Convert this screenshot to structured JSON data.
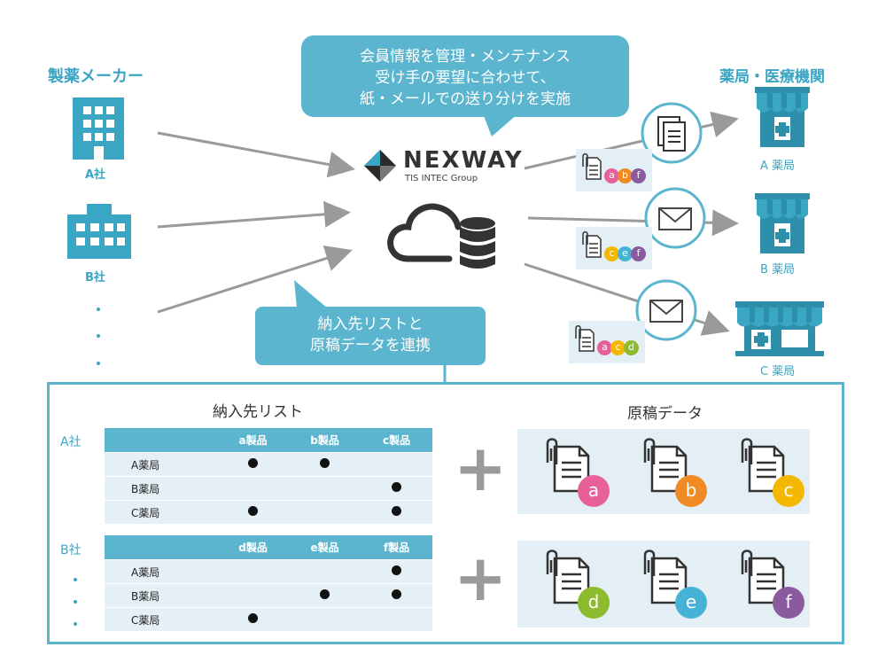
{
  "bubble_top": {
    "lines": [
      "会員情報を管理・メンテナンス",
      "受け手の要望に合わせて、",
      "紙・メールでの送り分けを実施"
    ]
  },
  "bubble_bottom": {
    "lines": [
      "納入先リストと",
      "原稿データを連携"
    ]
  },
  "makers": {
    "title": "製薬メーカー",
    "a": "A社",
    "b": "B社"
  },
  "pharmacies": {
    "title": "薬局・医療機関",
    "a": "A 薬局",
    "b": "B 薬局",
    "c": "C 薬局"
  },
  "logo": {
    "name": "NEXWAY",
    "sub": "TIS INTEC Group"
  },
  "delivery": [
    {
      "docs": [
        "a",
        "b",
        "f"
      ]
    },
    {
      "docs": [
        "c",
        "e",
        "f"
      ]
    },
    {
      "docs": [
        "a",
        "c",
        "d"
      ]
    }
  ],
  "panel": {
    "list_title": "納入先リスト",
    "data_title": "原稿データ",
    "plus": "+",
    "company_a": {
      "label": "A社",
      "headers": [
        "a製品",
        "b製品",
        "c製品"
      ],
      "rows": [
        {
          "name": "A薬局",
          "marks": [
            true,
            true,
            false
          ]
        },
        {
          "name": "B薬局",
          "marks": [
            false,
            false,
            true
          ]
        },
        {
          "name": "C薬局",
          "marks": [
            true,
            false,
            true
          ]
        }
      ],
      "docs": [
        "a",
        "b",
        "c"
      ]
    },
    "company_b": {
      "label": "B社",
      "headers": [
        "d製品",
        "e製品",
        "f製品"
      ],
      "rows": [
        {
          "name": "A薬局",
          "marks": [
            false,
            false,
            true
          ]
        },
        {
          "name": "B薬局",
          "marks": [
            false,
            true,
            true
          ]
        },
        {
          "name": "C薬局",
          "marks": [
            true,
            false,
            false
          ]
        }
      ],
      "docs": [
        "d",
        "e",
        "f"
      ]
    }
  },
  "colors": {
    "teal": "#3aa6c4",
    "bubble": "#5bb5cf",
    "card": "#e3eef5",
    "arrow": "#9a9a9a",
    "a": "#e8609a",
    "b": "#f08a24",
    "c": "#f5b800",
    "d": "#8cbb2e",
    "e": "#46b3d6",
    "f": "#8b5a9e"
  }
}
